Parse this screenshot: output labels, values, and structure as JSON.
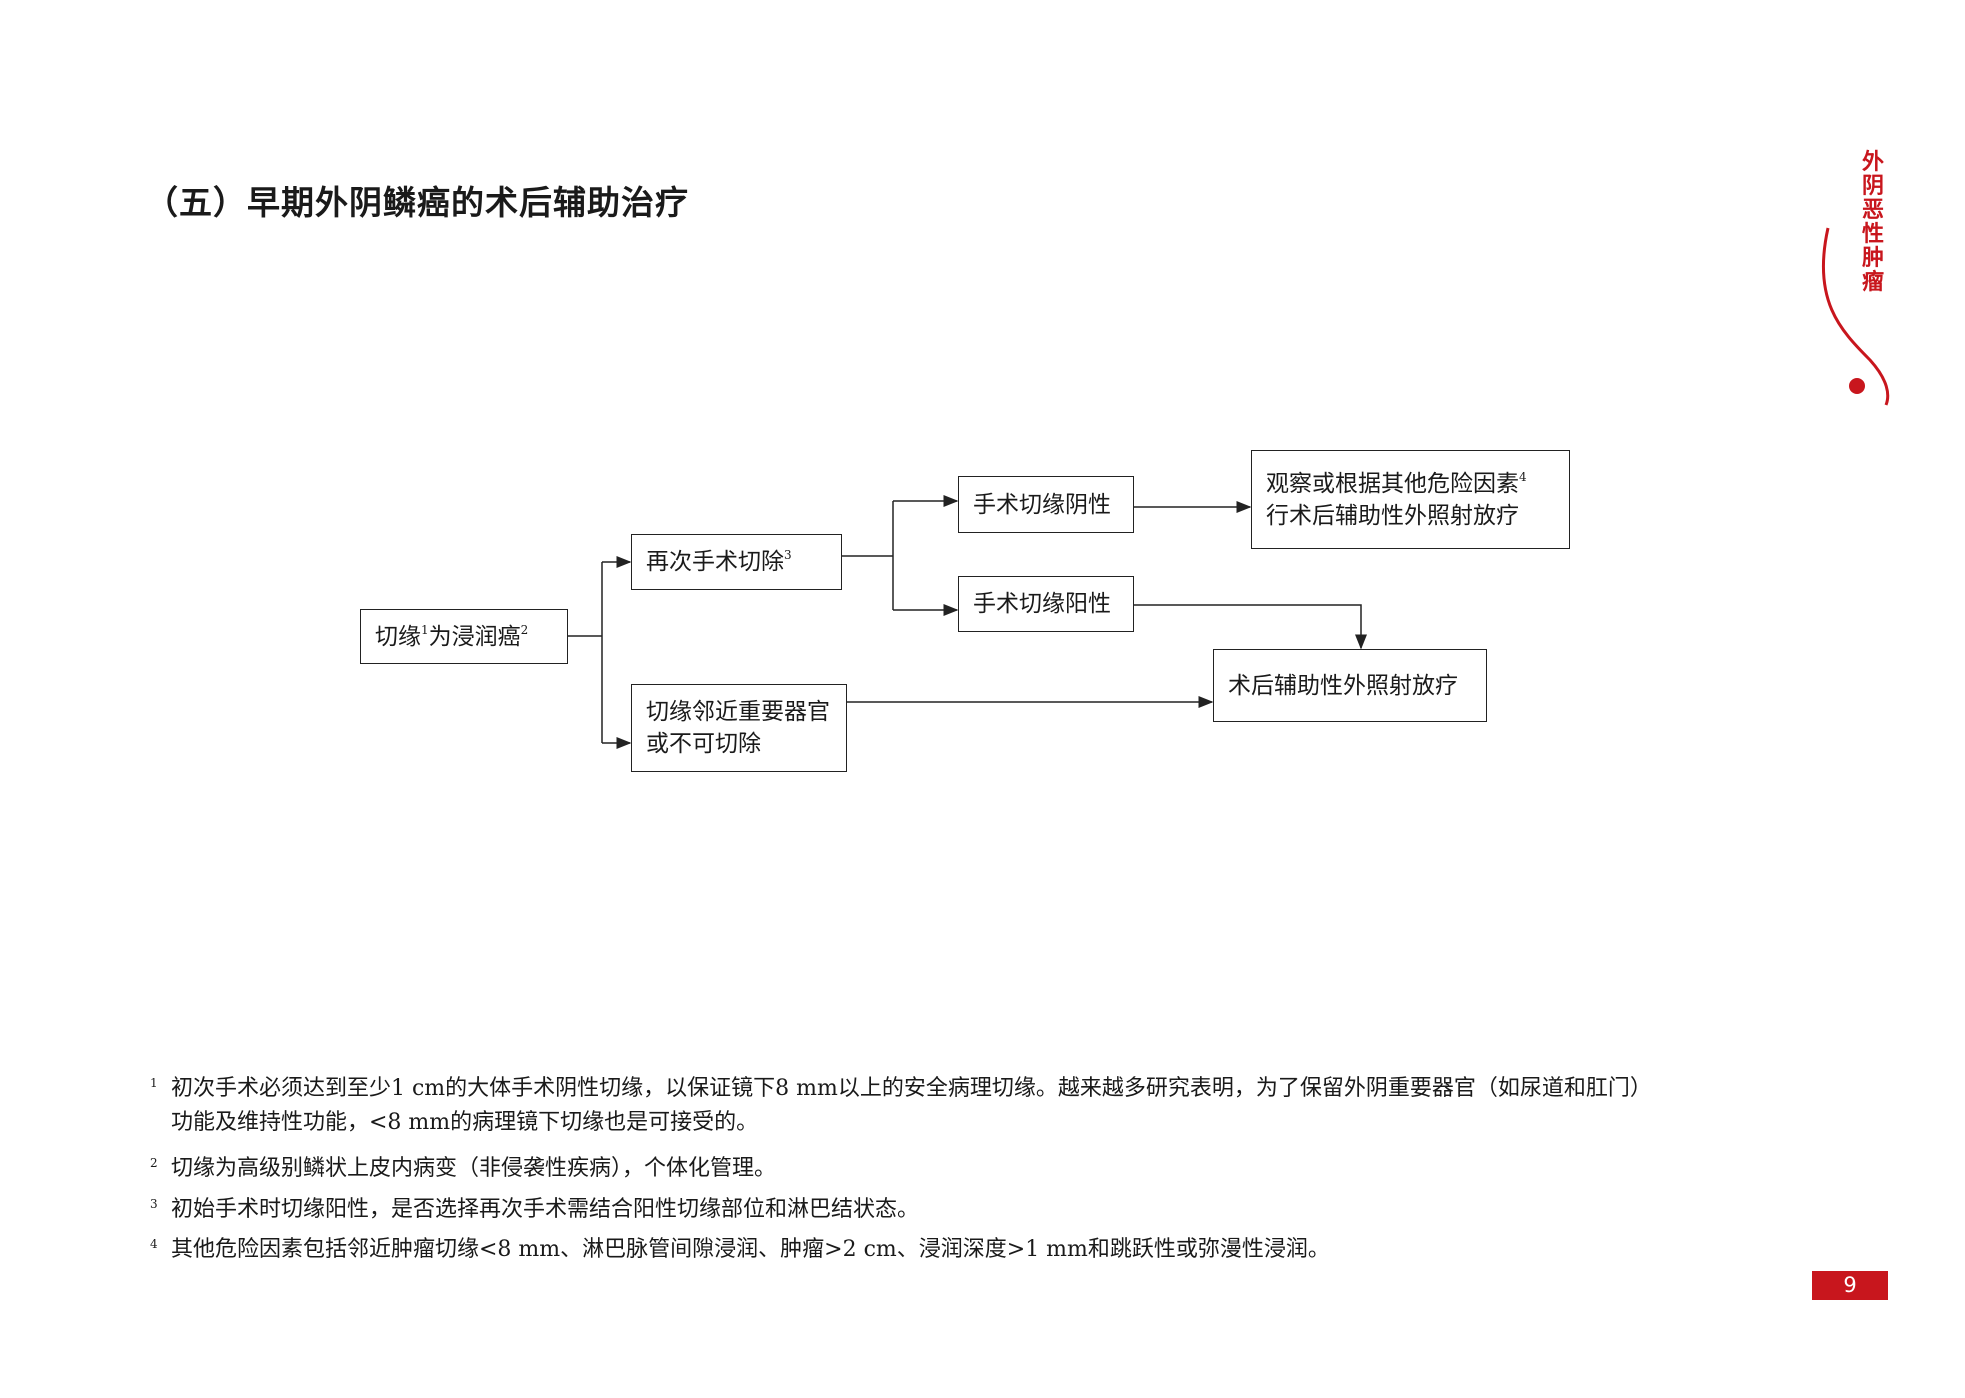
{
  "section_title": "（五）早期外阴鳞癌的术后辅助治疗",
  "side_label": "外阴恶性肿瘤",
  "flowchart": {
    "start": {
      "text": "切缘",
      "sup1": "1",
      "text2": "为浸润癌",
      "sup2": "2"
    },
    "re_excision": {
      "text": "再次手术切除",
      "sup": "3"
    },
    "near_organ": {
      "line1": "切缘邻近重要器官",
      "line2": "或不可切除"
    },
    "margin_negative": "手术切缘阴性",
    "margin_positive": "手术切缘阳性",
    "observe": {
      "line1": "观察或根据其他危险因素",
      "sup": "4",
      "line2": "行术后辅助性外照射放疗"
    },
    "adjuvant_rt": "术后辅助性外照射放疗"
  },
  "footnotes": [
    {
      "num": "1",
      "line1": "初次手术必须达到至少1 cm的大体手术阴性切缘，以保证镜下8 mm以上的安全病理切缘。越来越多研究表明，为了保留外阴重要器官（如尿道和肛门）",
      "line2": "功能及维持性功能，<8 mm的病理镜下切缘也是可接受的。"
    },
    {
      "num": "2",
      "line1": "切缘为高级别鳞状上皮内病变（非侵袭性疾病），个体化管理。"
    },
    {
      "num": "3",
      "line1": "初始手术时切缘阳性，是否选择再次手术需结合阳性切缘部位和淋巴结状态。"
    },
    {
      "num": "4",
      "line1": "其他危险因素包括邻近肿瘤切缘<8 mm、淋巴脉管间隙浸润、肿瘤>2 cm、浸润深度>1 mm和跳跃性或弥漫性浸润。"
    }
  ],
  "page_number": "9",
  "colors": {
    "accent": "#c8161d"
  }
}
